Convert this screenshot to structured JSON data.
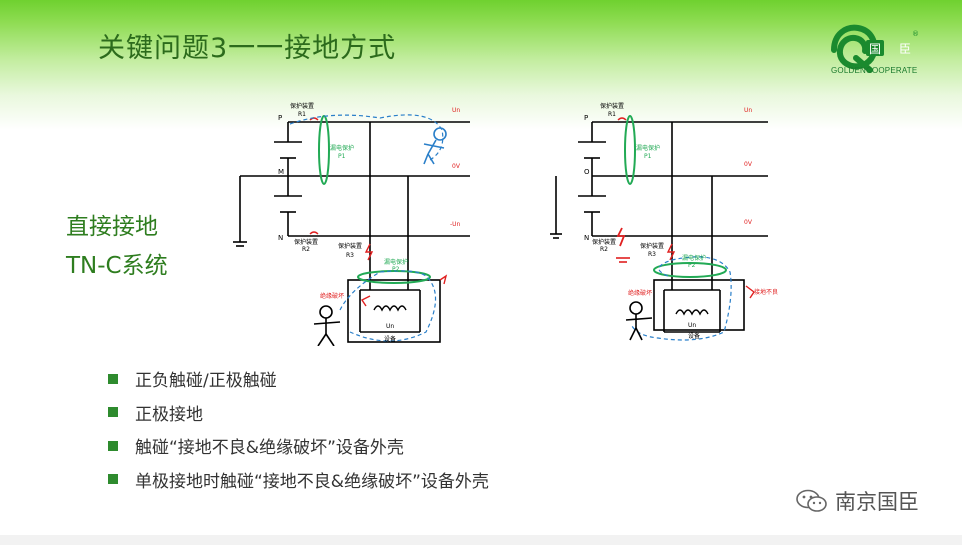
{
  "title": "关键问题3一一接地方式",
  "logo": {
    "brand": "国臣",
    "tagline": "GOLDENCOOPERATE",
    "mark": "®",
    "icon": "q-leaf-logo-icon"
  },
  "heading": {
    "line1": "直接接地",
    "line2": "TN-C系统"
  },
  "bullets": [
    "正负触碰/正极触碰",
    "正极接地",
    "触碰“接地不良&绝缘破坏”设备外壳",
    "单极接地时触碰“接地不良&绝缘破坏”设备外壳"
  ],
  "watermark": {
    "text": "南京国臣",
    "icon": "wechat-icon"
  },
  "colors": {
    "title": "#2c6b1c",
    "heading": "#2e7d1f",
    "bullet": "#2e8b2e",
    "accent_green": "#6fd12f",
    "fault_red": "#e02020",
    "path_blue": "#2a7fc9"
  },
  "diagram_left": {
    "node_p": "P",
    "node_m": "M",
    "node_n": "N",
    "line_top": "Un",
    "line_mid": "0V",
    "line_bottom": "-Un",
    "r1_title": "保护装置",
    "r1": "R1",
    "r2_title": "保护装置",
    "r2": "R2",
    "r3_title": "保护装置",
    "r3": "R3",
    "p1_title": "漏电保护",
    "p1": "P1",
    "p2_title": "漏电保护",
    "p2": "P2",
    "fault": "绝缘破坏",
    "coil": "Un",
    "device": "设备"
  },
  "diagram_right": {
    "node_p": "P",
    "node_o": "O",
    "node_n": "N",
    "line_top": "Un",
    "line_mid": "0V",
    "line_bottom": "0V",
    "r1_title": "保护装置",
    "r1": "R1",
    "r2_title": "保护装置",
    "r2": "R2",
    "r3_title": "保护装置",
    "r3": "R3",
    "p1_title": "漏电保护",
    "p1": "P1",
    "p2_title": "漏电保护",
    "p2": "P2",
    "fault": "绝缘破坏",
    "ground_fault": "接地不良",
    "coil": "Un",
    "device": "设备"
  }
}
